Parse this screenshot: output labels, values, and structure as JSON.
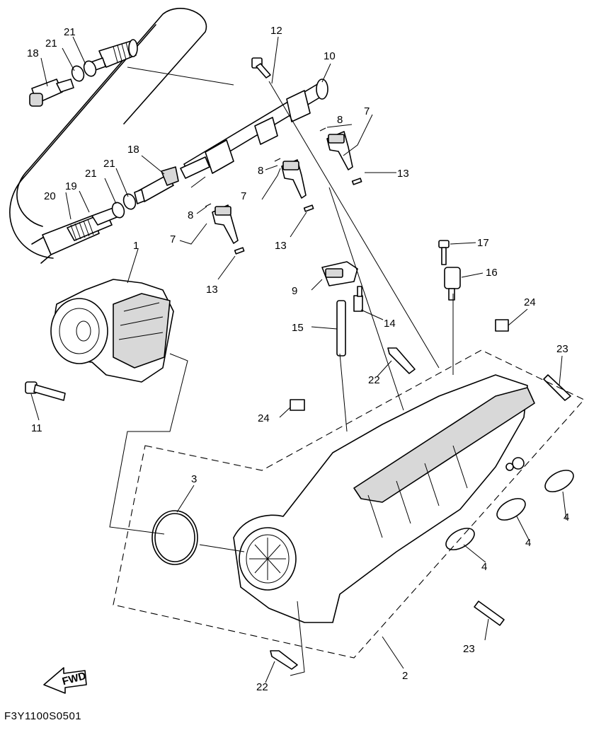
{
  "drawing_code": "F3Y1100S0501",
  "fwd_label": "FWD",
  "callouts": {
    "c1": "1",
    "c2": "2",
    "c3": "3",
    "c4a": "4",
    "c4b": "4",
    "c4c": "4",
    "c7a": "7",
    "c7b": "7",
    "c7c": "7",
    "c8a": "8",
    "c8b": "8",
    "c8c": "8",
    "c9": "9",
    "c10": "10",
    "c11": "11",
    "c12": "12",
    "c13a": "13",
    "c13b": "13",
    "c13c": "13",
    "c14": "14",
    "c15": "15",
    "c16": "16",
    "c17": "17",
    "c18a": "18",
    "c18b": "18",
    "c19": "19",
    "c20": "20",
    "c21a": "21",
    "c21b": "21",
    "c21c": "21",
    "c21d": "21",
    "c22a": "22",
    "c22b": "22",
    "c23a": "23",
    "c23b": "23",
    "c24a": "24",
    "c24b": "24"
  }
}
